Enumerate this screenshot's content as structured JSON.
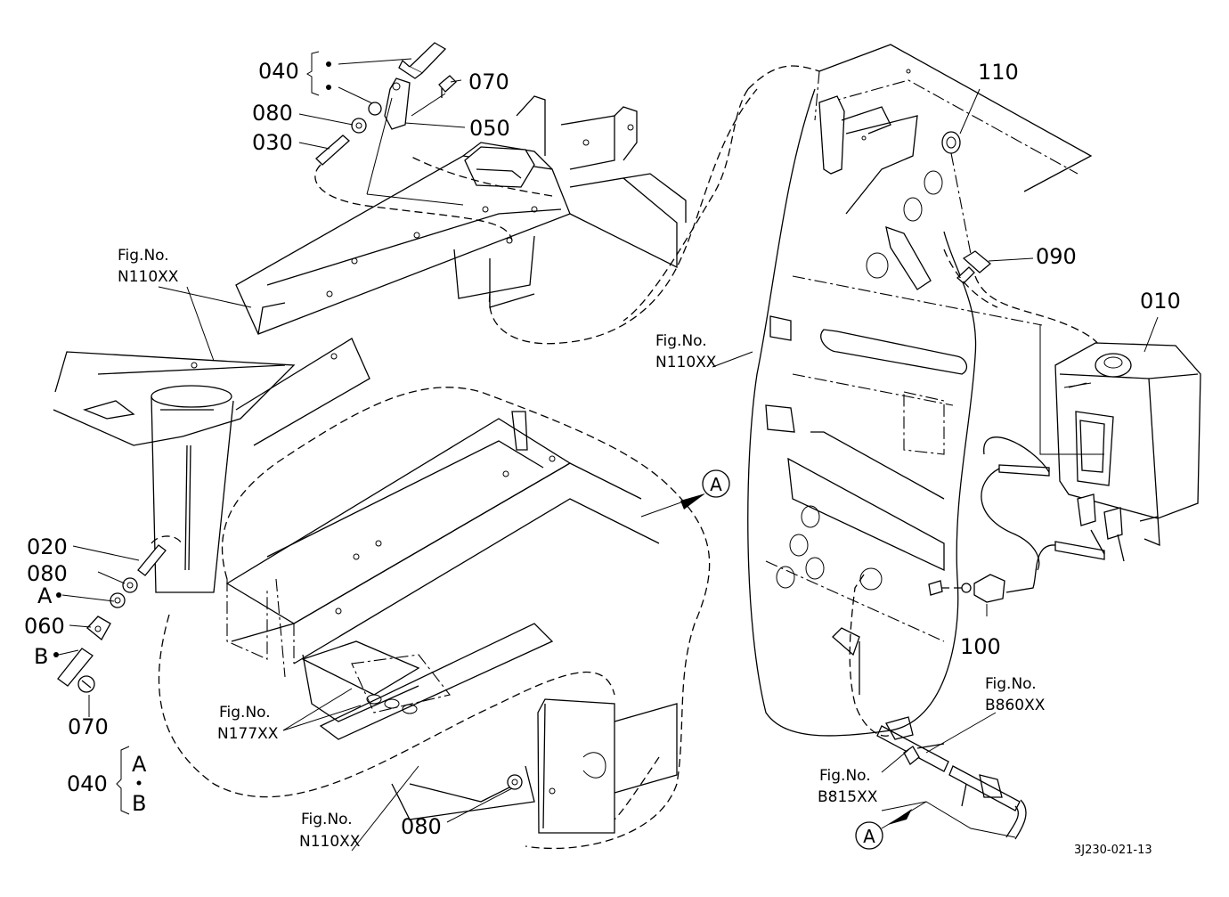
{
  "diagram": {
    "drawing_code": "3J230-021-13",
    "part_labels": {
      "p010": "010",
      "p020": "020",
      "p030": "030",
      "p040_top": "040",
      "p040_bottom": "040",
      "p050": "050",
      "p060": "060",
      "p070_top": "070",
      "p070_left": "070",
      "p080_top": "080",
      "p080_left": "080",
      "p080_bottom": "080",
      "p090": "090",
      "p100": "100",
      "p110": "110"
    },
    "ref_letters": {
      "a_left": "A",
      "b_left": "B",
      "a_set": "A",
      "b_set": "B",
      "a_circle_center": "A",
      "a_circle_bottom": "A"
    },
    "fig_refs": {
      "fig_word": "Fig.No.",
      "n110_topleft": "N110XX",
      "n110_center": "N110XX",
      "n110_bottom": "N110XX",
      "n177": "N177XX",
      "b860": "B860XX",
      "b815": "B815XX"
    }
  }
}
